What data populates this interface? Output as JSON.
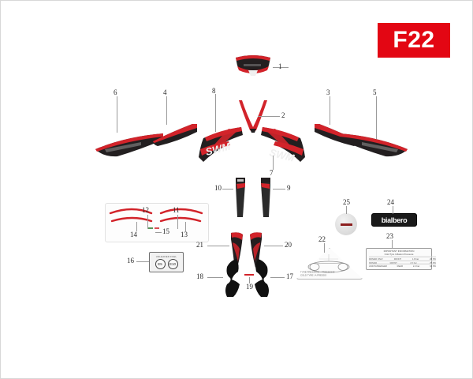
{
  "plate": {
    "code": "F22"
  },
  "colors": {
    "accent_red": "#e30613",
    "part_red": "#d2232a",
    "part_dark": "#231f20",
    "leader_grey": "#9a9a9a",
    "frame_grey": "#d8d8d8",
    "badge_black": "#1a1a1a"
  },
  "callouts": [
    {
      "id": "1",
      "label": "1"
    },
    {
      "id": "2",
      "label": "2"
    },
    {
      "id": "3",
      "label": "3"
    },
    {
      "id": "4",
      "label": "4"
    },
    {
      "id": "5",
      "label": "5"
    },
    {
      "id": "6",
      "label": "6"
    },
    {
      "id": "7",
      "label": "7"
    },
    {
      "id": "8",
      "label": "8"
    },
    {
      "id": "9",
      "label": "9"
    },
    {
      "id": "10",
      "label": "10"
    },
    {
      "id": "11",
      "label": "11"
    },
    {
      "id": "12",
      "label": "12"
    },
    {
      "id": "13",
      "label": "13"
    },
    {
      "id": "14",
      "label": "14"
    },
    {
      "id": "15",
      "label": "15"
    },
    {
      "id": "16",
      "label": "16"
    },
    {
      "id": "17",
      "label": "17"
    },
    {
      "id": "18",
      "label": "18"
    },
    {
      "id": "19",
      "label": "19"
    },
    {
      "id": "20",
      "label": "20"
    },
    {
      "id": "21",
      "label": "21"
    },
    {
      "id": "22",
      "label": "22"
    },
    {
      "id": "23",
      "label": "23"
    },
    {
      "id": "24",
      "label": "24"
    },
    {
      "id": "25",
      "label": "25"
    }
  ],
  "labels": {
    "fuel": {
      "title": "UNLEADED FUEL",
      "grade_left": "E5",
      "grade_right": "E10"
    },
    "bialbero": {
      "text": "bialbero"
    },
    "tire_placard": {
      "caption_line1": "TYRE PRESSURE - PRESSIONE",
      "caption_line2": "COLD TYRE / A FREDDO"
    },
    "info_plate": {
      "head_line1": "IMPORTANT INFORMATION",
      "head_line2": "Cold Tyre Inflation Pressure",
      "rows": [
        {
          "cond": "DRIVER ONLY",
          "front": "FRONT",
          "f_val": "1.8 bar",
          "r_val": "26 PSI"
        },
        {
          "cond": "DRIVER",
          "front": "FRONT",
          "f_val": "2.0 bar",
          "r_val": "29 PSI"
        },
        {
          "cond": "AND PASSENGER",
          "front": "REAR",
          "f_val": "2.2 bar",
          "r_val": "32 PSI"
        }
      ]
    },
    "side_graphic": {
      "text": "SWM"
    }
  },
  "parts": [
    {
      "num": "1",
      "name": "front-headlight-fairing-decal"
    },
    {
      "num": "2",
      "name": "front-fender-decal"
    },
    {
      "num": "3",
      "name": "right-rear-side-panel-decal"
    },
    {
      "num": "4",
      "name": "left-rear-side-panel-decal"
    },
    {
      "num": "5",
      "name": "right-tank-panel-decal"
    },
    {
      "num": "6",
      "name": "left-tank-panel-decal"
    },
    {
      "num": "7",
      "name": "right-radiator-shroud-swm-decal"
    },
    {
      "num": "8",
      "name": "left-radiator-shroud-swm-decal"
    },
    {
      "num": "9",
      "name": "right-fork-guard-decal"
    },
    {
      "num": "10",
      "name": "left-fork-guard-decal"
    },
    {
      "num": "11",
      "name": "upper-right-stripe-decal"
    },
    {
      "num": "12",
      "name": "upper-left-stripe-decal"
    },
    {
      "num": "13",
      "name": "lower-right-stripe-decal"
    },
    {
      "num": "14",
      "name": "lower-left-stripe-decal"
    },
    {
      "num": "15",
      "name": "small-dash-decal"
    },
    {
      "num": "16",
      "name": "unleaded-fuel-label"
    },
    {
      "num": "17",
      "name": "right-lower-fairing-decal"
    },
    {
      "num": "18",
      "name": "left-lower-fairing-decal"
    },
    {
      "num": "19",
      "name": "center-small-decal"
    },
    {
      "num": "20",
      "name": "right-tail-decal"
    },
    {
      "num": "21",
      "name": "left-tail-decal"
    },
    {
      "num": "22",
      "name": "tire-pressure-triangle-placard"
    },
    {
      "num": "23",
      "name": "tire-information-label"
    },
    {
      "num": "24",
      "name": "bialbero-badge"
    },
    {
      "num": "25",
      "name": "round-emblem-disc"
    }
  ]
}
